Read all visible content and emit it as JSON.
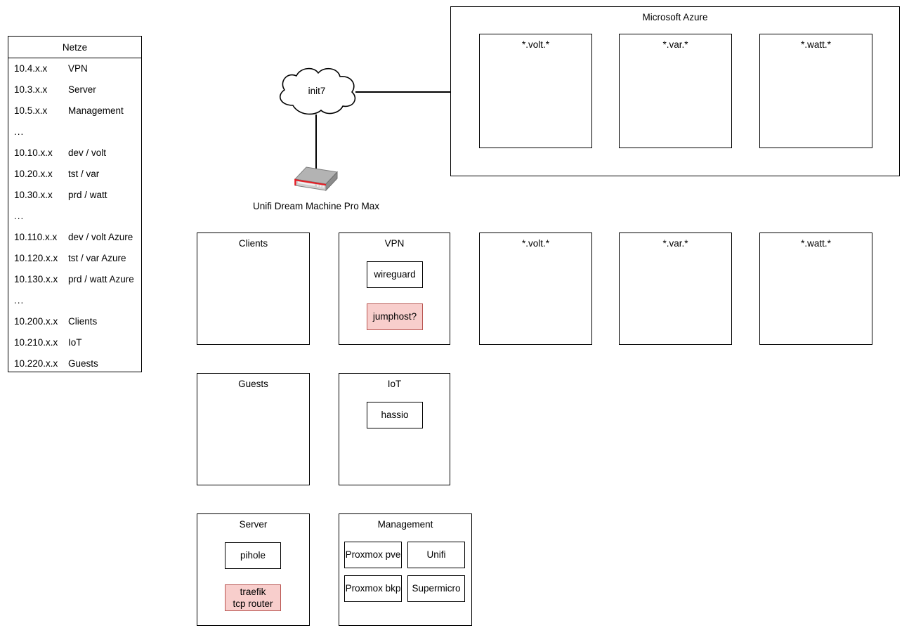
{
  "diagram": {
    "background": "#ffffff",
    "stroke": "#000000",
    "highlight_fill": "#f8cecc",
    "highlight_stroke": "#b85450",
    "device_body": "#a0a0a0",
    "device_front": "#d4d4d4",
    "device_accent": "#e41e25"
  },
  "netze": {
    "title": "Netze",
    "rows": [
      {
        "cidr": "10.4.x.x",
        "label": "VPN"
      },
      {
        "cidr": "10.3.x.x",
        "label": "Server"
      },
      {
        "cidr": "10.5.x.x",
        "label": "Management"
      },
      {
        "cidr": "...",
        "label": ""
      },
      {
        "cidr": "10.10.x.x",
        "label": "dev / volt"
      },
      {
        "cidr": "10.20.x.x",
        "label": "tst / var"
      },
      {
        "cidr": "10.30.x.x",
        "label": "prd / watt"
      },
      {
        "cidr": "...",
        "label": ""
      },
      {
        "cidr": "10.110.x.x",
        "label": "dev / volt Azure"
      },
      {
        "cidr": "10.120.x.x",
        "label": "tst / var Azure"
      },
      {
        "cidr": "10.130.x.x",
        "label": "prd / watt Azure"
      },
      {
        "cidr": "...",
        "label": ""
      },
      {
        "cidr": "10.200.x.x",
        "label": "Clients"
      },
      {
        "cidr": "10.210.x.x",
        "label": "IoT"
      },
      {
        "cidr": "10.220.x.x",
        "label": "Guests"
      }
    ]
  },
  "cloud": {
    "label": "init7"
  },
  "device": {
    "caption": "Unifi Dream Machine Pro Max"
  },
  "azure": {
    "title": "Microsoft Azure",
    "zones": [
      {
        "title": "*.volt.*"
      },
      {
        "title": "*.var.*"
      },
      {
        "title": "*.watt.*"
      }
    ]
  },
  "vlans": {
    "row1": [
      {
        "title": "Clients",
        "nodes": []
      },
      {
        "title": "VPN",
        "nodes": [
          {
            "label": "wireguard",
            "highlight": false
          },
          {
            "label": "jumphost?",
            "highlight": true
          }
        ]
      },
      {
        "title": "*.volt.*",
        "nodes": []
      },
      {
        "title": "*.var.*",
        "nodes": []
      },
      {
        "title": "*.watt.*",
        "nodes": []
      }
    ],
    "row2": [
      {
        "title": "Guests",
        "nodes": []
      },
      {
        "title": "IoT",
        "nodes": [
          {
            "label": "hassio",
            "highlight": false
          }
        ]
      }
    ],
    "row3": [
      {
        "title": "Server",
        "nodes": [
          {
            "label": "pihole",
            "highlight": false
          },
          {
            "label_line1": "traefik",
            "label_line2": "tcp router",
            "highlight": true
          }
        ]
      }
    ],
    "management": {
      "title": "Management",
      "grid": [
        {
          "label": "Proxmox pve"
        },
        {
          "label": "Unifi"
        },
        {
          "label": "Proxmox bkp"
        },
        {
          "label": "Supermicro"
        }
      ]
    }
  }
}
